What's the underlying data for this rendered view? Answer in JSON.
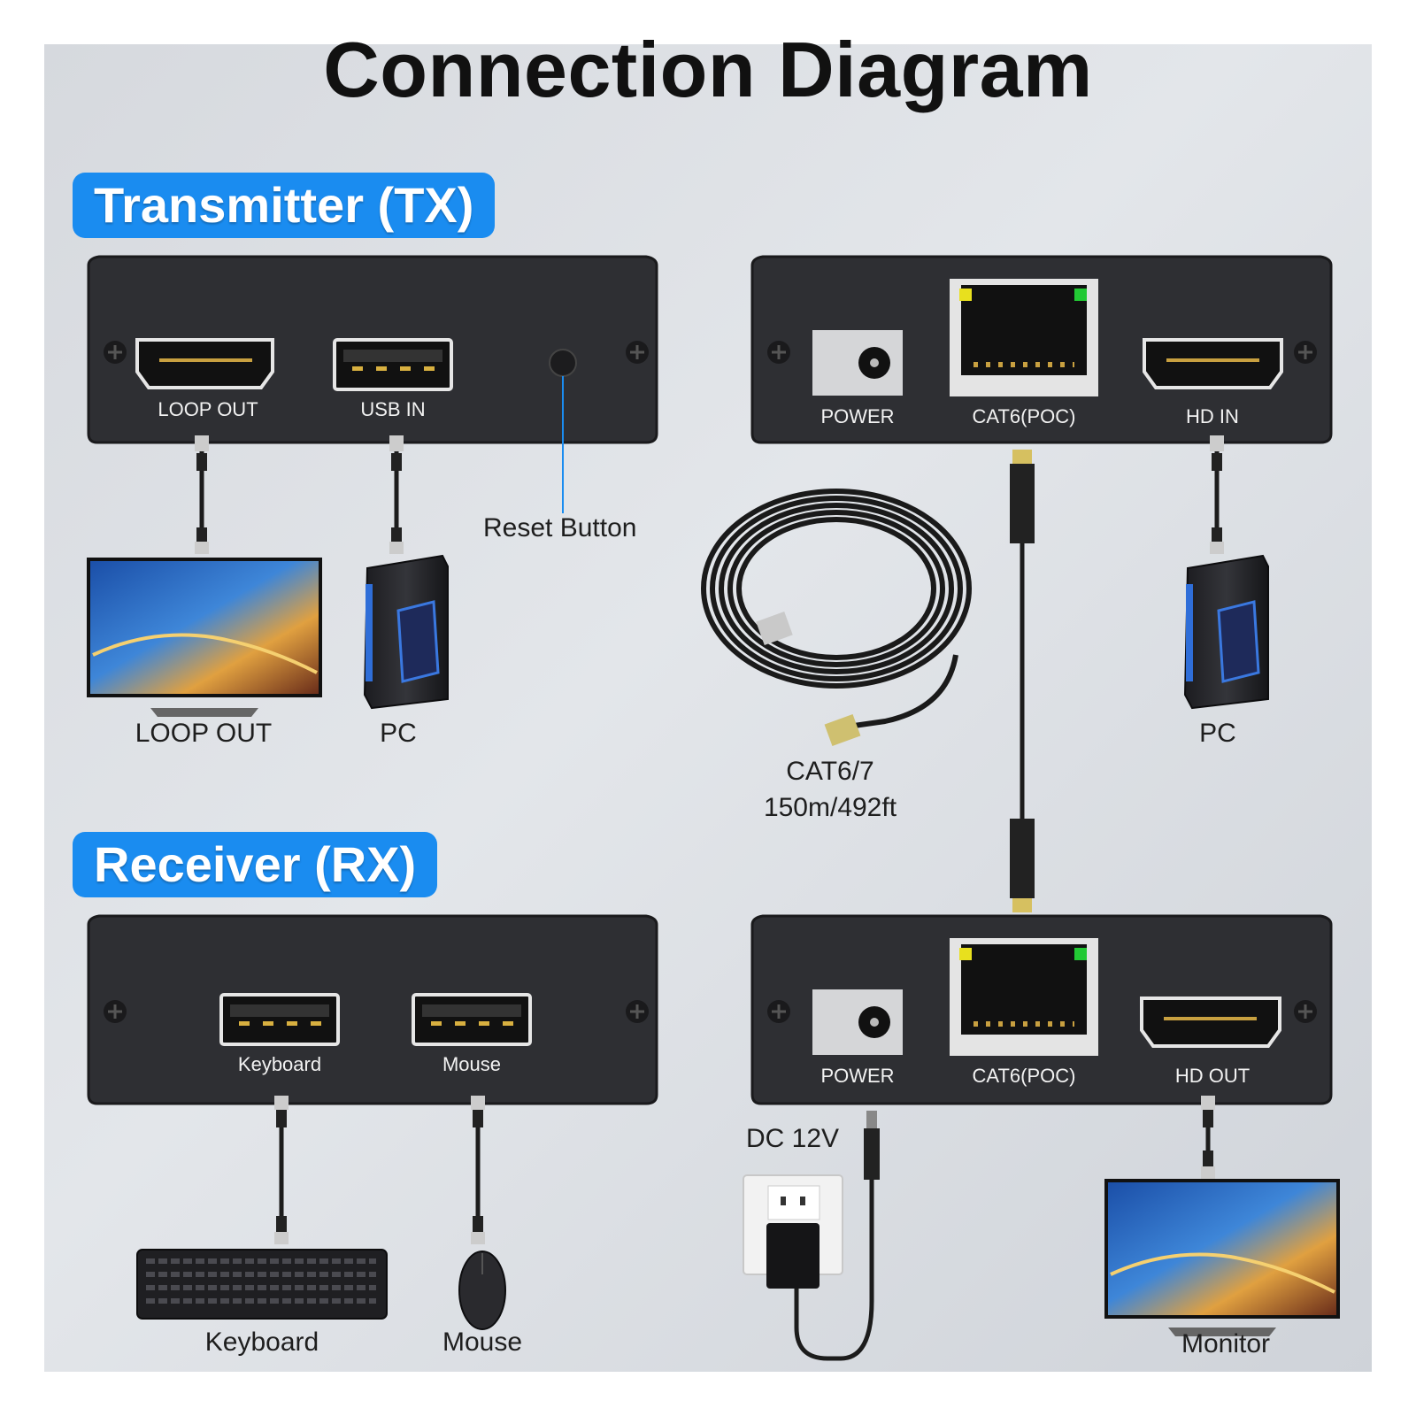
{
  "title": "Connection Diagram",
  "transmitter": {
    "badge": "Transmitter (TX)",
    "left_panel": {
      "port_1": "LOOP OUT",
      "port_2": "USB IN"
    },
    "right_panel": {
      "port_1": "POWER",
      "port_2": "CAT6(POC)",
      "port_3": "HD IN"
    },
    "reset_label": "Reset Button",
    "device_1": "LOOP OUT",
    "device_2": "PC",
    "device_3": "PC"
  },
  "cable": {
    "line1": "CAT6/7",
    "line2": "150m/492ft"
  },
  "receiver": {
    "badge": "Receiver (RX)",
    "left_panel": {
      "port_1": "Keyboard",
      "port_2": "Mouse"
    },
    "right_panel": {
      "port_1": "POWER",
      "port_2": "CAT6(POC)",
      "port_3": "HD OUT"
    },
    "power_label": "DC 12V",
    "device_1": "Keyboard",
    "device_2": "Mouse",
    "device_3": "Monitor"
  },
  "colors": {
    "badge": "#1a8cf0",
    "panel": "#2e2f33",
    "led_yellow": "#e8e01e",
    "led_green": "#22c934"
  }
}
